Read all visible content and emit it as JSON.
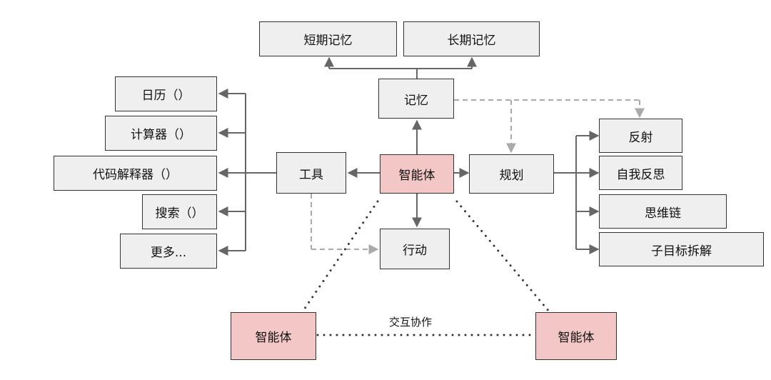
{
  "colors": {
    "node_fill": "#efefef",
    "agent_fill": "#f4c7c7",
    "border": "#333333",
    "solid_edge": "#666666",
    "dashed_edge": "#aaaaaa",
    "dotted_edge": "#333333"
  },
  "nodes": {
    "short_term_memory": "短期记忆",
    "long_term_memory": "长期记忆",
    "memory": "记忆",
    "calendar": "日历（）",
    "calculator": "计算器（）",
    "code_interpreter": "代码解释器（）",
    "search": "搜索（）",
    "more": "更多...",
    "tools": "工具",
    "agent_center": "智能体",
    "planning": "规划",
    "reflection": "反射",
    "self_critique": "自我反思",
    "chain_of_thought": "思维链",
    "subgoal_decomposition": "子目标拆解",
    "action": "行动",
    "agent_left": "智能体",
    "agent_right": "智能体"
  },
  "labels": {
    "interaction": "交互协作"
  },
  "edges": [
    {
      "from": "agent_center",
      "to": "memory",
      "style": "solid"
    },
    {
      "from": "memory",
      "to": "short_term_memory",
      "style": "solid"
    },
    {
      "from": "memory",
      "to": "long_term_memory",
      "style": "solid"
    },
    {
      "from": "agent_center",
      "to": "tools",
      "style": "solid"
    },
    {
      "from": "tools",
      "to": "calendar",
      "style": "solid"
    },
    {
      "from": "tools",
      "to": "calculator",
      "style": "solid"
    },
    {
      "from": "tools",
      "to": "code_interpreter",
      "style": "solid"
    },
    {
      "from": "tools",
      "to": "search",
      "style": "solid"
    },
    {
      "from": "tools",
      "to": "more",
      "style": "solid"
    },
    {
      "from": "agent_center",
      "to": "planning",
      "style": "solid"
    },
    {
      "from": "planning",
      "to": "reflection",
      "style": "solid"
    },
    {
      "from": "planning",
      "to": "self_critique",
      "style": "solid"
    },
    {
      "from": "planning",
      "to": "chain_of_thought",
      "style": "solid"
    },
    {
      "from": "planning",
      "to": "subgoal_decomposition",
      "style": "solid"
    },
    {
      "from": "agent_center",
      "to": "action",
      "style": "solid"
    },
    {
      "from": "memory",
      "to": "planning",
      "style": "dashed"
    },
    {
      "from": "memory",
      "to": "reflection",
      "style": "dashed"
    },
    {
      "from": "tools",
      "to": "action",
      "style": "dashed"
    },
    {
      "from": "agent_center",
      "to": "agent_left",
      "style": "dotted"
    },
    {
      "from": "agent_center",
      "to": "agent_right",
      "style": "dotted"
    },
    {
      "from": "agent_left",
      "to": "agent_right",
      "style": "dotted",
      "label": "interaction"
    }
  ]
}
